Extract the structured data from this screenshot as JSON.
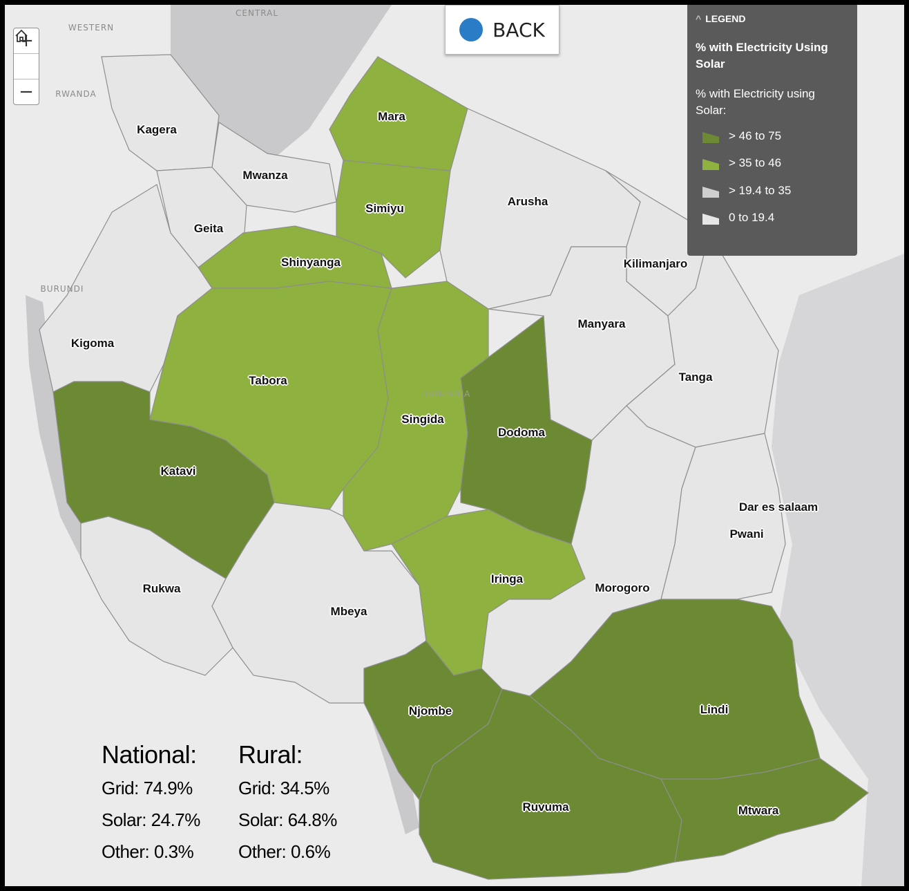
{
  "back_button": {
    "label": "BACK",
    "icon": "chevron-left-icon"
  },
  "zoom_controls": {
    "zoom_in": "+",
    "home_icon": "home-icon",
    "zoom_out": "−"
  },
  "legend": {
    "header": "LEGEND",
    "title": "% with Electricity Using Solar",
    "subtitle": "% with Electricity using Solar:",
    "classes": [
      {
        "label": "> 46 to 75",
        "color": "#6b8a33"
      },
      {
        "label": "> 35 to 46",
        "color": "#8fb140"
      },
      {
        "label": "> 19.4 to 35",
        "color": "#cfcfcf"
      },
      {
        "label": "0 to 19.4",
        "color": "#e6e6e6"
      }
    ]
  },
  "background_labels": {
    "western": "WESTERN",
    "central": "CENTRAL",
    "rwanda": "RWANDA",
    "burundi": "BURUNDI",
    "tanzania": "TANZANIA"
  },
  "regions": {
    "mara": {
      "name": "Mara",
      "class": 1
    },
    "simiyu": {
      "name": "Simiyu",
      "class": 1
    },
    "shinyanga": {
      "name": "Shinyanga",
      "class": 1
    },
    "tabora": {
      "name": "Tabora",
      "class": 1
    },
    "singida": {
      "name": "Singida",
      "class": 1
    },
    "iringa": {
      "name": "Iringa",
      "class": 1
    },
    "katavi": {
      "name": "Katavi",
      "class": 0
    },
    "dodoma": {
      "name": "Dodoma",
      "class": 0
    },
    "njombe": {
      "name": "Njombe",
      "class": 0
    },
    "ruvuma": {
      "name": "Ruvuma",
      "class": 0
    },
    "lindi": {
      "name": "Lindi",
      "class": 0
    },
    "mtwara": {
      "name": "Mtwara",
      "class": 0
    },
    "kagera": {
      "name": "Kagera",
      "class": 3
    },
    "mwanza": {
      "name": "Mwanza",
      "class": 3
    },
    "geita": {
      "name": "Geita",
      "class": 3
    },
    "arusha": {
      "name": "Arusha",
      "class": 3
    },
    "kilimanjaro": {
      "name": "Kilimanjaro",
      "class": 3
    },
    "manyara": {
      "name": "Manyara",
      "class": 3
    },
    "tanga": {
      "name": "Tanga",
      "class": 3
    },
    "kigoma": {
      "name": "Kigoma",
      "class": 3
    },
    "rukwa": {
      "name": "Rukwa",
      "class": 3
    },
    "mbeya": {
      "name": "Mbeya",
      "class": 3
    },
    "morogoro": {
      "name": "Morogoro",
      "class": 3
    },
    "pwani": {
      "name": "Pwani",
      "class": 3
    },
    "dar": {
      "name": "Dar es salaam",
      "class": 3
    }
  },
  "stats": {
    "national": {
      "heading": "National:",
      "grid": "Grid: 74.9%",
      "solar": "Solar: 24.7%",
      "other": "Other: 0.3%"
    },
    "rural": {
      "heading": "Rural:",
      "grid": "Grid: 34.5%",
      "solar": "Solar: 64.8%",
      "other": "Other: 0.6%"
    }
  }
}
